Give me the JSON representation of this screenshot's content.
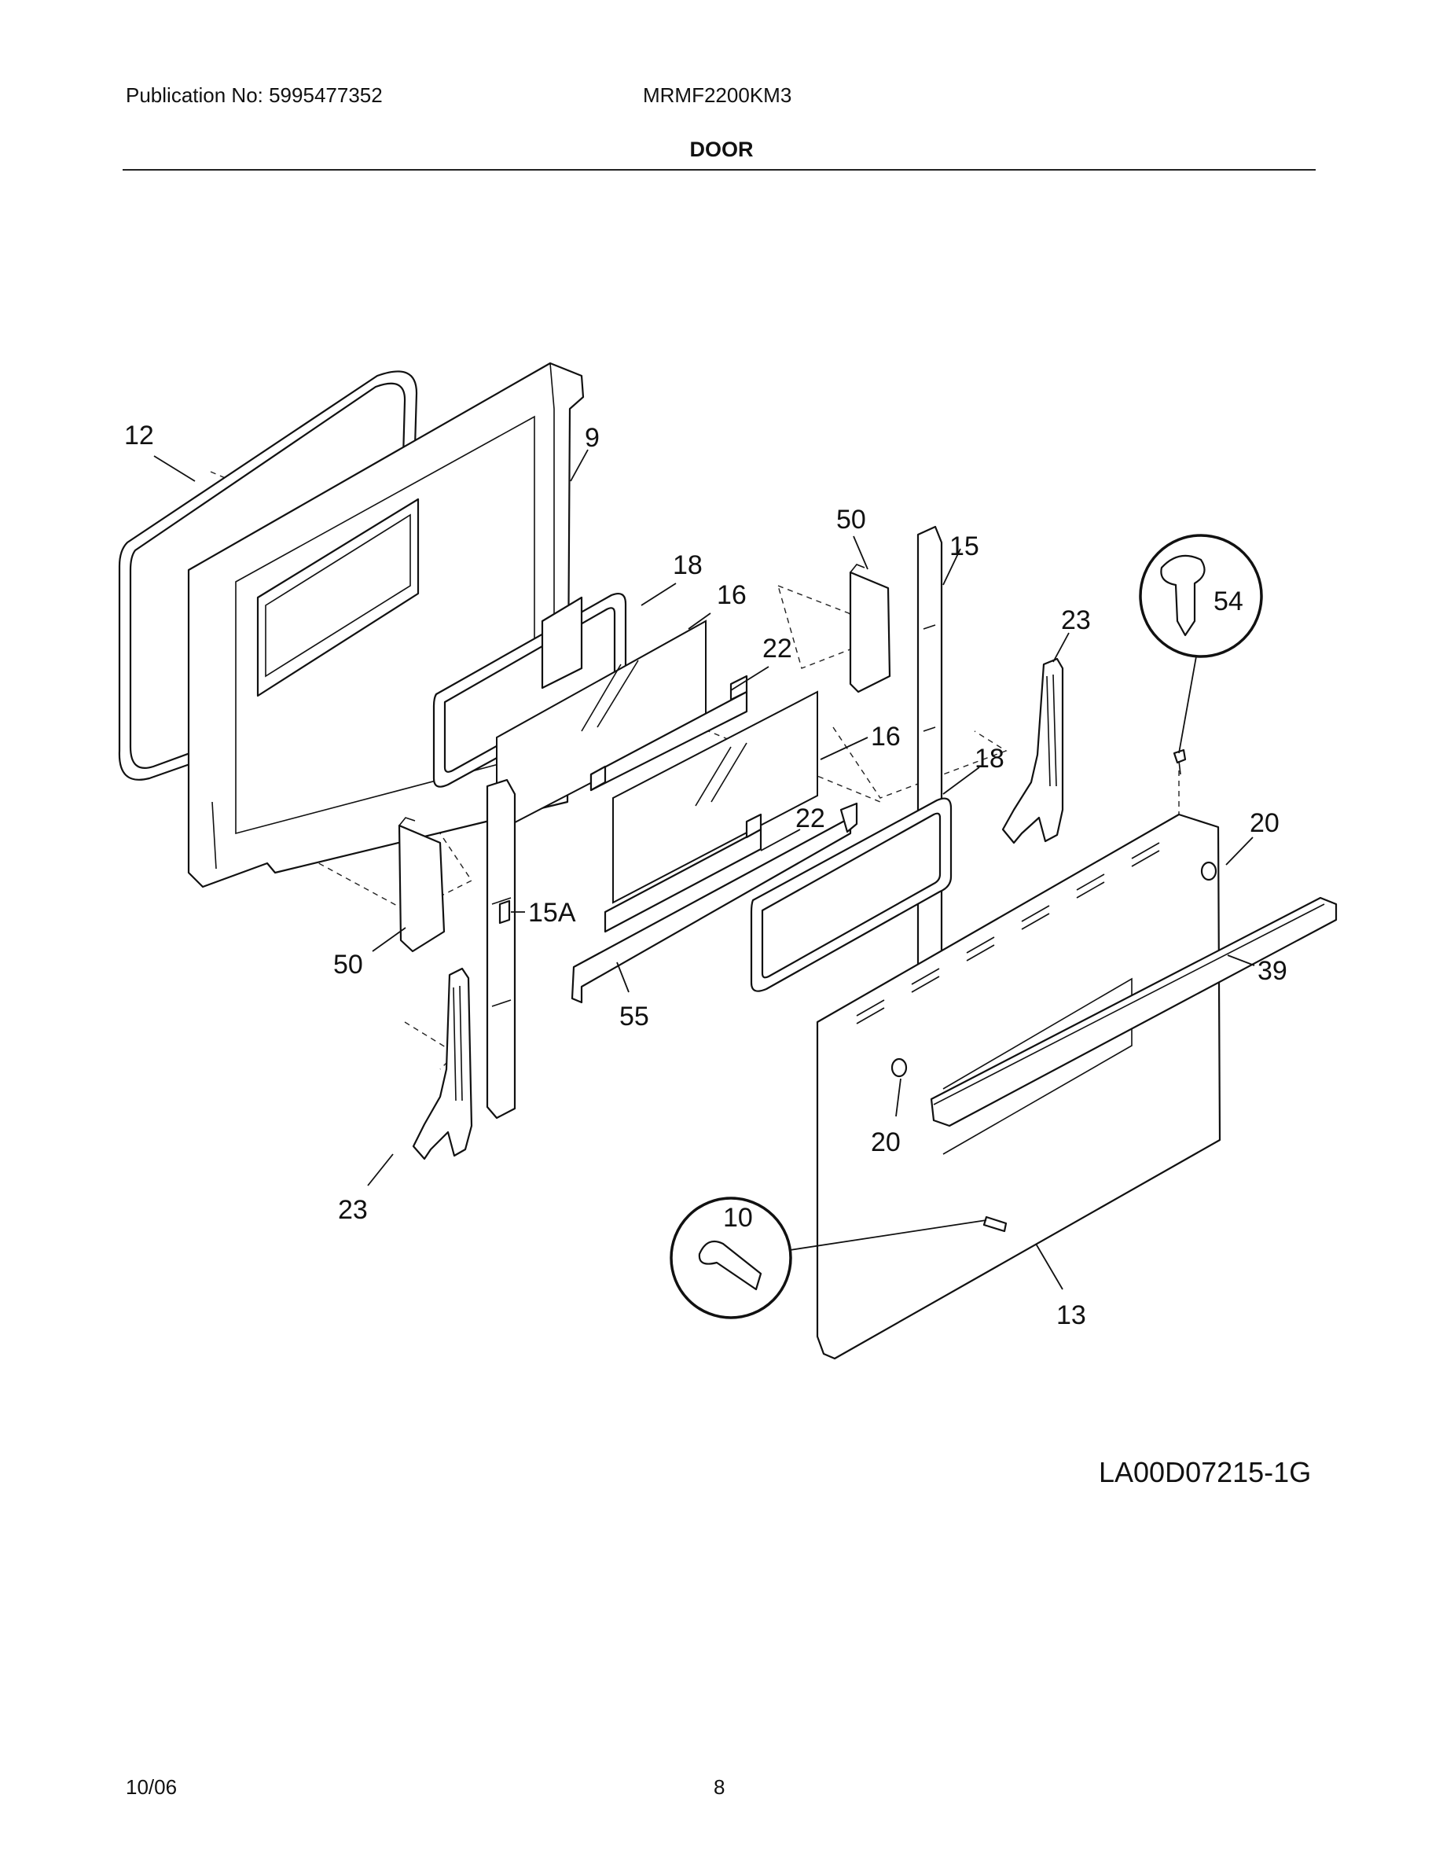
{
  "header": {
    "publication": "Publication No: 5995477352",
    "model": "MRMF2200KM3",
    "section_title": "DOOR"
  },
  "callouts": {
    "c12": "12",
    "c9": "9",
    "c50_top": "50",
    "c15": "15",
    "c18_top": "18",
    "c16_top": "16",
    "c22_top": "22",
    "c54": "54",
    "c23_right": "23",
    "c16_mid": "16",
    "c18_mid": "18",
    "c22_mid": "22",
    "c20_right": "20",
    "c15a": "15A",
    "c50_left": "50",
    "c39": "39",
    "c55": "55",
    "c20_bottom": "20",
    "c23_left": "23",
    "c10": "10",
    "c13": "13"
  },
  "diagram_code": "LA00D07215-1G",
  "footer": {
    "date": "10/06",
    "page": "8"
  }
}
